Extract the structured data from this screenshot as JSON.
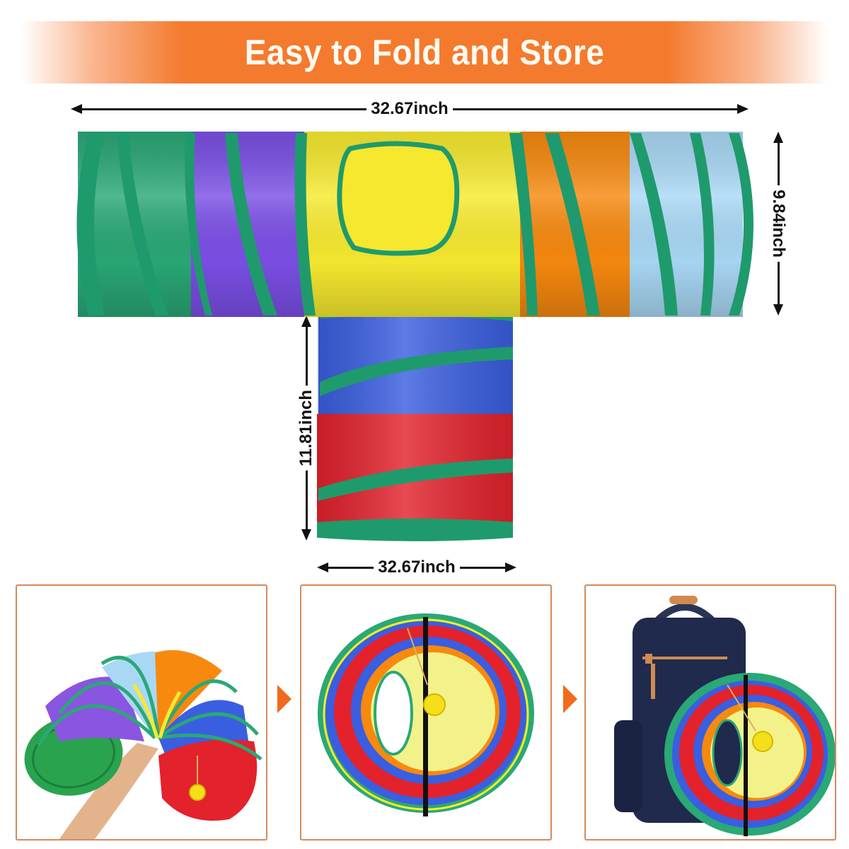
{
  "banner": {
    "title": "Easy to Fold and Store",
    "color": "#f47a2e"
  },
  "dimensions": {
    "main_length": "32.67inch",
    "main_diameter": "9.84inch",
    "branch_length": "11.81inch",
    "branch_width": "32.67inch"
  },
  "tunnel": {
    "type": "T-shaped pet tunnel",
    "main_sections": [
      {
        "name": "green",
        "color": "#2aa876"
      },
      {
        "name": "purple",
        "color": "#7b4fe6"
      },
      {
        "name": "yellow-center",
        "color": "#f7ea2f"
      },
      {
        "name": "orange",
        "color": "#f7890f"
      },
      {
        "name": "light-blue",
        "color": "#a9d8f5"
      }
    ],
    "branch_sections": [
      {
        "name": "blue",
        "color": "#3a5ee0"
      },
      {
        "name": "red",
        "color": "#e3222c"
      }
    ],
    "trim_color": "#1f9a6c"
  },
  "steps": [
    {
      "id": 1,
      "description": "squeeze tunnel rings together by hand",
      "icon": "hand-folding-tunnel"
    },
    {
      "id": 2,
      "description": "tunnel collapsed into a flat disc with strap",
      "icon": "folded-disc"
    },
    {
      "id": 3,
      "description": "folded tunnel fits beside a backpack",
      "icon": "backpack-with-disc"
    }
  ],
  "step_arrow_color": "#f26a1b",
  "panel_border_color": "#d48a5c"
}
